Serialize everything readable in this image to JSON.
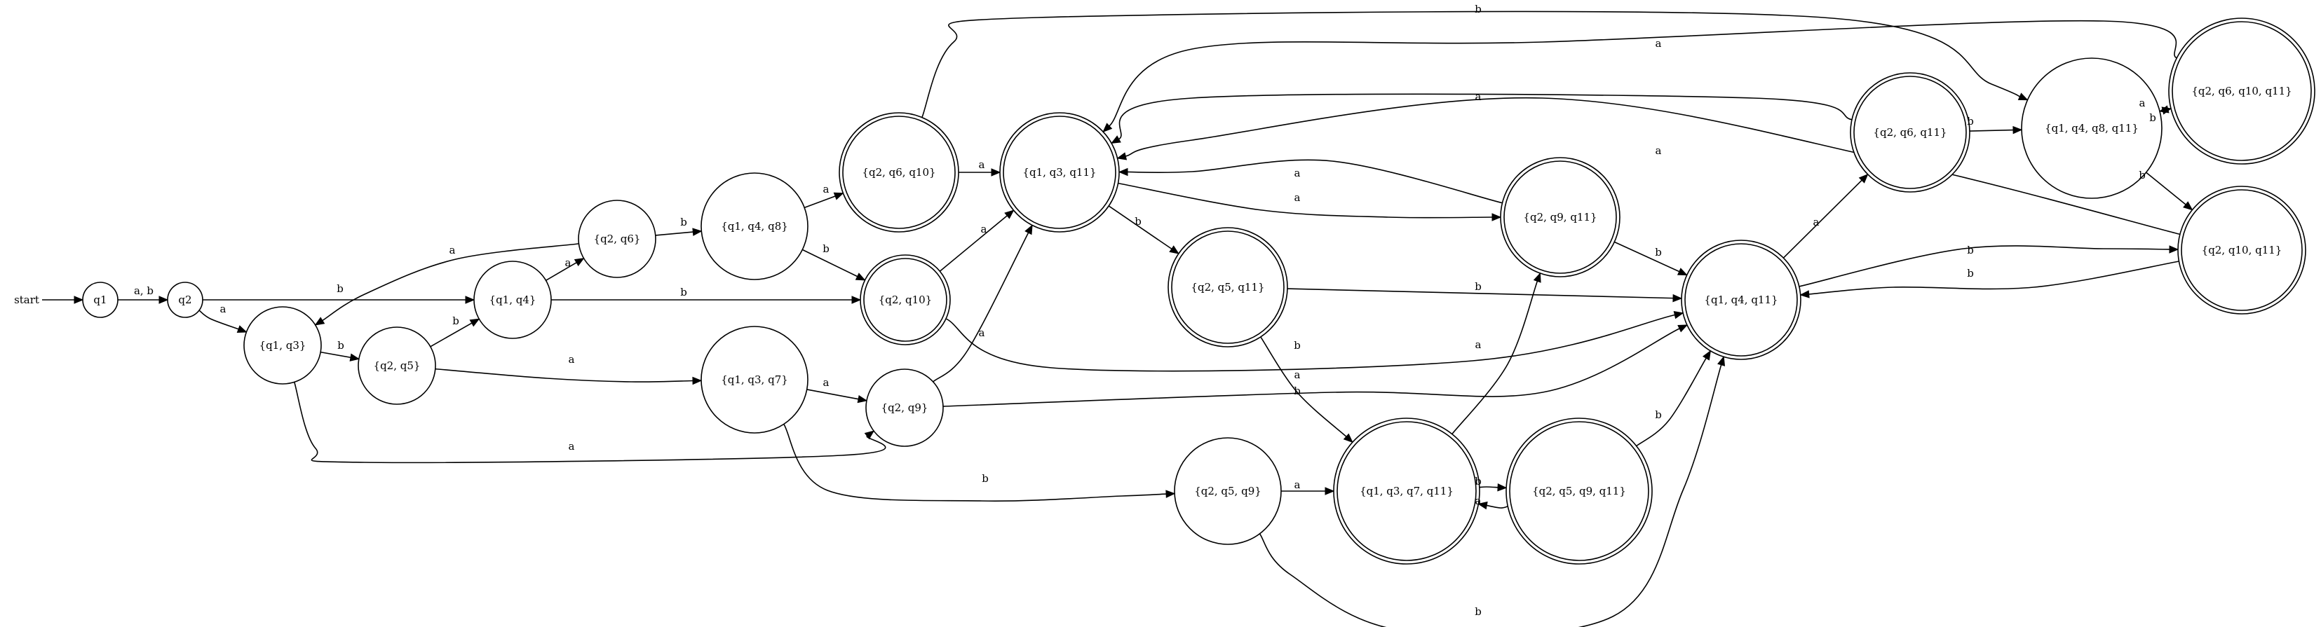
{
  "start_label": "start",
  "states": [
    {
      "id": "q1",
      "label": "q1",
      "accepting": false
    },
    {
      "id": "q2",
      "label": "q2",
      "accepting": false
    },
    {
      "id": "q1q3",
      "label": "{q1, q3}",
      "accepting": false
    },
    {
      "id": "q2q5",
      "label": "{q2, q5}",
      "accepting": false
    },
    {
      "id": "q1q4",
      "label": "{q1, q4}",
      "accepting": false
    },
    {
      "id": "q2q6",
      "label": "{q2, q6}",
      "accepting": false
    },
    {
      "id": "q1q4q8",
      "label": "{q1, q4, q8}",
      "accepting": false
    },
    {
      "id": "q1q3q7",
      "label": "{q1, q3, q7}",
      "accepting": false
    },
    {
      "id": "q2q9",
      "label": "{q2, q9}",
      "accepting": false
    },
    {
      "id": "q2q6q10",
      "label": "{q2, q6, q10}",
      "accepting": true
    },
    {
      "id": "q2q10",
      "label": "{q2, q10}",
      "accepting": true
    },
    {
      "id": "q1q3q11",
      "label": "{q1, q3, q11}",
      "accepting": true
    },
    {
      "id": "q2q5q11",
      "label": "{q2, q5, q11}",
      "accepting": true
    },
    {
      "id": "q2q5q9",
      "label": "{q2, q5, q9}",
      "accepting": false
    },
    {
      "id": "q1q3q7q11",
      "label": "{q1, q3, q7, q11}",
      "accepting": true
    },
    {
      "id": "q2q9q11",
      "label": "{q2, q9, q11}",
      "accepting": true
    },
    {
      "id": "q2q5q9q11",
      "label": "{q2, q5, q9, q11}",
      "accepting": true
    },
    {
      "id": "q1q4q11",
      "label": "{q1, q4, q11}",
      "accepting": true
    },
    {
      "id": "q2q6q11",
      "label": "{q2, q6, q11}",
      "accepting": true
    },
    {
      "id": "q1q4q8q11",
      "label": "{q1, q4, q8, q11}",
      "accepting": false
    },
    {
      "id": "q2q6q10q11",
      "label": "{q2, q6, q10, q11}",
      "accepting": true
    },
    {
      "id": "q2q10q11",
      "label": "{q2, q10, q11}",
      "accepting": true
    }
  ],
  "transitions": [
    {
      "from": "start",
      "to": "q1",
      "label": ""
    },
    {
      "from": "q1",
      "to": "q2",
      "label": "a, b"
    },
    {
      "from": "q2",
      "to": "q1q3",
      "label": "a"
    },
    {
      "from": "q2",
      "to": "q1q4",
      "label": "b"
    },
    {
      "from": "q1q3",
      "to": "q2q5",
      "label": "b"
    },
    {
      "from": "q1q3",
      "to": "q2q9",
      "label": "a"
    },
    {
      "from": "q2q5",
      "to": "q1q4",
      "label": "b"
    },
    {
      "from": "q2q5",
      "to": "q1q3q7",
      "label": "a"
    },
    {
      "from": "q1q4",
      "to": "q2q6",
      "label": "a"
    },
    {
      "from": "q1q4",
      "to": "q2q10",
      "label": "b"
    },
    {
      "from": "q2q6",
      "to": "q1q3",
      "label": "a"
    },
    {
      "from": "q2q6",
      "to": "q1q4q8",
      "label": "b"
    },
    {
      "from": "q1q4q8",
      "to": "q2q6q10",
      "label": "a"
    },
    {
      "from": "q1q4q8",
      "to": "q2q10",
      "label": "b"
    },
    {
      "from": "q1q3q7",
      "to": "q2q9",
      "label": "a"
    },
    {
      "from": "q1q3q7",
      "to": "q2q5q9",
      "label": "b"
    },
    {
      "from": "q2q9",
      "to": "q1q3q11",
      "label": "a"
    },
    {
      "from": "q2q9",
      "to": "q1q4q11",
      "label": "b"
    },
    {
      "from": "q2q6q10",
      "to": "q1q3q11",
      "label": "a"
    },
    {
      "from": "q2q6q10",
      "to": "q1q4q8q11",
      "label": "b"
    },
    {
      "from": "q2q10",
      "to": "q1q3q11",
      "label": "a"
    },
    {
      "from": "q2q10",
      "to": "q1q4q11",
      "label": "b"
    },
    {
      "from": "q1q3q11",
      "to": "q2q5q11",
      "label": "b"
    },
    {
      "from": "q1q3q11",
      "to": "q2q9q11",
      "label": "a"
    },
    {
      "from": "q2q5q11",
      "to": "q1q4q11",
      "label": "b"
    },
    {
      "from": "q2q5q11",
      "to": "q1q3q7q11",
      "label": "a"
    },
    {
      "from": "q2q5q9",
      "to": "q1q3q7q11",
      "label": "a"
    },
    {
      "from": "q2q5q9",
      "to": "q1q4q11",
      "label": "b"
    },
    {
      "from": "q1q3q7q11",
      "to": "q2q9q11",
      "label": "a"
    },
    {
      "from": "q1q3q7q11",
      "to": "q2q5q9q11",
      "label": "b"
    },
    {
      "from": "q2q5q9q11",
      "to": "q1q3q7q11",
      "label": "a"
    },
    {
      "from": "q2q5q9q11",
      "to": "q1q4q11",
      "label": "b"
    },
    {
      "from": "q2q9q11",
      "to": "q1q3q11",
      "label": "a"
    },
    {
      "from": "q2q9q11",
      "to": "q1q4q11",
      "label": "b"
    },
    {
      "from": "q1q4q11",
      "to": "q2q6q11",
      "label": "a"
    },
    {
      "from": "q1q4q11",
      "to": "q2q10q11",
      "label": "b"
    },
    {
      "from": "q2q6q11",
      "to": "q1q3q11",
      "label": "a"
    },
    {
      "from": "q2q6q11",
      "to": "q1q4q8q11",
      "label": "b"
    },
    {
      "from": "q1q4q8q11",
      "to": "q2q6q10q11",
      "label": "a"
    },
    {
      "from": "q1q4q8q11",
      "to": "q2q10q11",
      "label": "b"
    },
    {
      "from": "q2q6q10q11",
      "to": "q1q4q8q11",
      "label": "b"
    },
    {
      "from": "q2q6q10q11",
      "to": "q1q3q11",
      "label": "a"
    },
    {
      "from": "q2q10q11",
      "to": "q1q4q11",
      "label": "b"
    },
    {
      "from": "q2q10q11",
      "to": "q1q3q11",
      "label": "a"
    }
  ]
}
